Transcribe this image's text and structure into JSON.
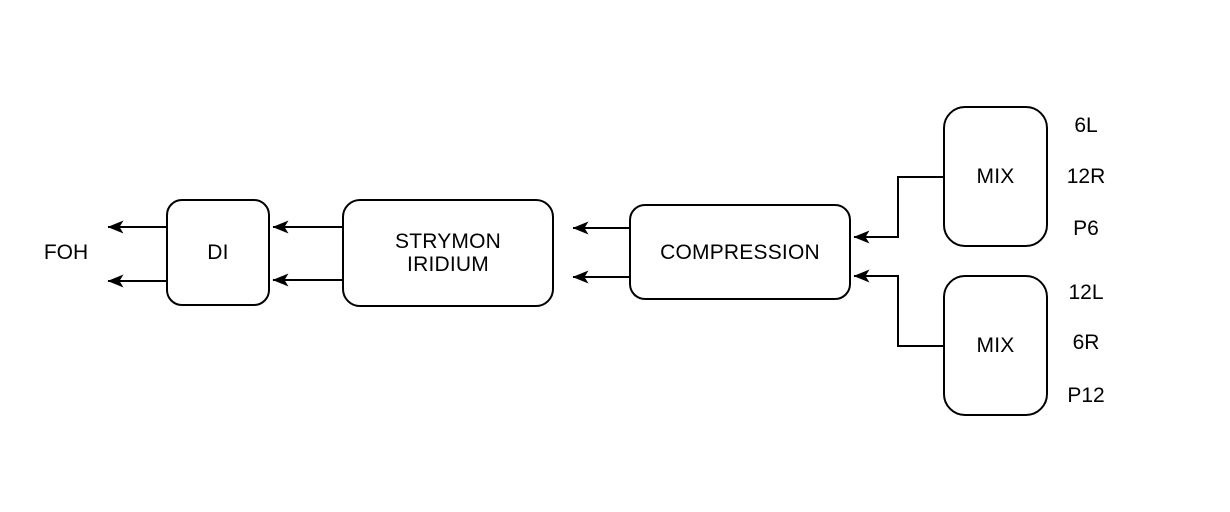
{
  "diagram": {
    "type": "signal-flow",
    "foh_label": "FOH",
    "nodes": {
      "di": {
        "label": "DI"
      },
      "strymon": {
        "lines": [
          "STRYMON",
          "IRIDIUM"
        ]
      },
      "compression": {
        "label": "COMPRESSION"
      },
      "mix_top": {
        "label": "MIX",
        "outputs": [
          "6L",
          "12R",
          "P6"
        ]
      },
      "mix_bottom": {
        "label": "MIX",
        "outputs": [
          "12L",
          "6R",
          "P12"
        ]
      }
    },
    "flow": [
      "mix_top -> compression",
      "mix_bottom -> compression",
      "compression -> strymon (stereo pair)",
      "strymon -> di (stereo pair)",
      "di -> foh (stereo pair)"
    ],
    "colors": {
      "stroke": "#000000",
      "background": "#ffffff"
    }
  }
}
